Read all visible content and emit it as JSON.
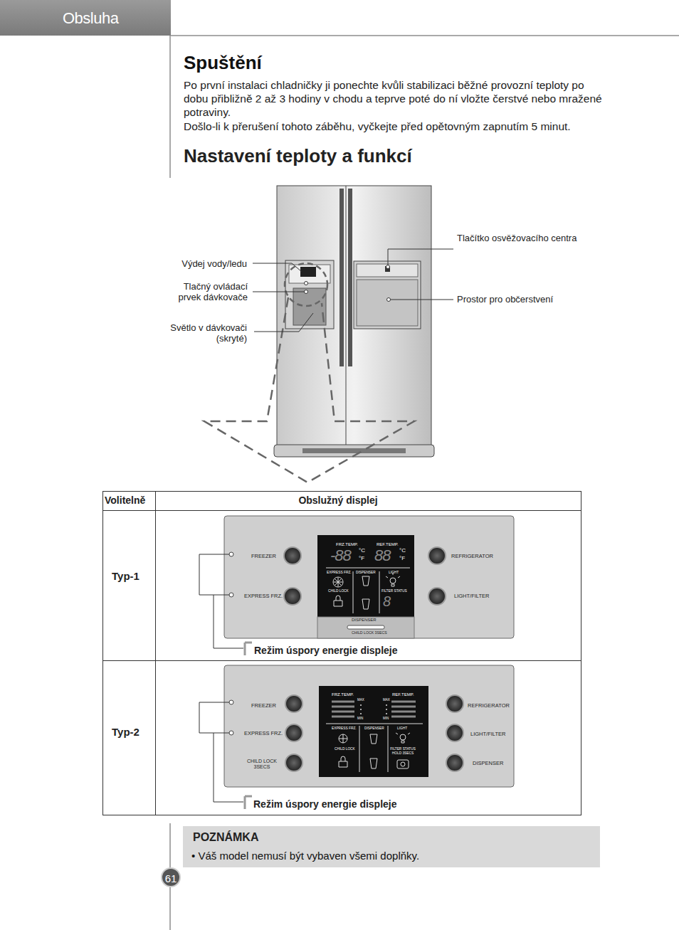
{
  "diagram": {
    "title": "Spuštění",
    "nodes": [
      {
        "text": [
          "Obsluha"
        ]
      },
      {
        "text": [
          "POZNÁMKA",
          "• Váš model nemusí být vybaven všemi doplňky."
        ]
      },
      {
        "text": [
          "61"
        ]
      }
    ],
    "labels": [
      "Po první instalaci chladničky ji ponechte kvůli stabilizaci běžné provozní teploty po dobu přibližně 2 až 3 hodiny v chodu a teprve poté do ní vložte čerstvé nebo mražené potraviny.",
      "Došlo-li k přerušení tohoto záběhu, vyčkejte před opětovným zapnutím 5 minut.",
      "Nastavení teploty a funkcí",
      "Výdej vody/ledu",
      "Tlačný ovládací prvek dávkovače",
      "Světlo v dávkovači (skryté)",
      "Tlačítko osvěžovacího centra",
      "Prostor pro občerstvení",
      "Volitelně",
      "Obslužný displej",
      "Typ-1",
      "Typ-2",
      "FREEZER",
      "EXPRESS FRZ.",
      "REFRIGERATOR",
      "LIGHT/FILTER",
      "FRZ.TEMP.",
      "REF.TEMP.",
      "-88",
      "°C",
      "°F",
      "88",
      "°C",
      "°F",
      "EXPRESS FRZ.",
      "DISPENSER",
      "LIGHT",
      "CHILD LOCK",
      "FILTER STATUS",
      "8",
      "DISPENSER",
      "CHILD LOCK 3SECS",
      "Režim úspory energie displeje",
      "FREEZER",
      "EXPRESS FRZ.",
      "CHILD LOCK 3SECS",
      "REFRIGERATOR",
      "LIGHT/FILTER",
      "DISPENSER",
      "FRZ.TEMP.",
      "REF.TEMP.",
      "MAX",
      "MIN",
      "MAX",
      "MIN",
      "EXPRESS FRZ.",
      "DISPENSER",
      "LIGHT",
      "CHILD LOCK",
      "FILTER STATUS HOLD 3SECS",
      "Režim úspory energie displeje"
    ]
  }
}
